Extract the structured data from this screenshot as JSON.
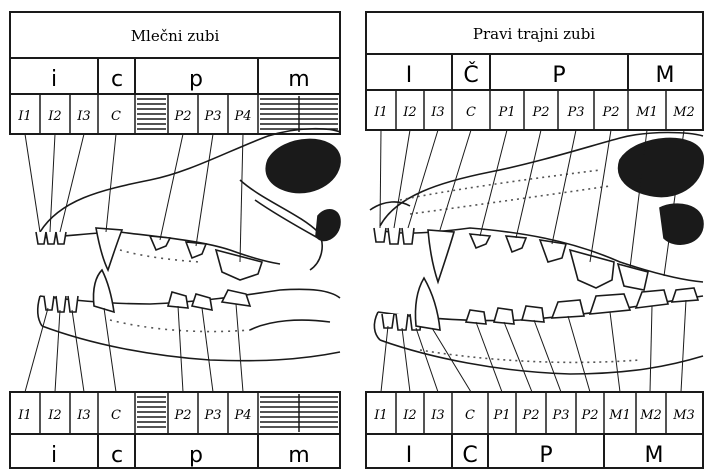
{
  "left_panel": {
    "title": "Mlečni zubi",
    "top_groups": [
      "i",
      "c",
      "p",
      "m"
    ],
    "top_teeth": [
      "I1",
      "I2",
      "I3",
      "C",
      "",
      "P2",
      "P3",
      "P4",
      ""
    ],
    "bottom_teeth": [
      "I1",
      "I2",
      "I3",
      "C",
      "",
      "P2",
      "P3",
      "P4",
      ""
    ],
    "bottom_groups": [
      "i",
      "c",
      "p",
      "m"
    ]
  },
  "right_panel": {
    "title": "Pravi trajni zubi",
    "top_groups": [
      "I",
      "Č",
      "P",
      "M"
    ],
    "top_teeth": [
      "I1",
      "I2",
      "I3",
      "C",
      "P1",
      "P2",
      "P3",
      "P2",
      "M1",
      "M2"
    ],
    "bottom_teeth": [
      "I1",
      "I2",
      "I3",
      "C",
      "P1",
      "P2",
      "P3",
      "P2",
      "M1",
      "M2",
      "M3"
    ],
    "bottom_groups": [
      "I",
      "C",
      "P",
      "M"
    ]
  },
  "colors": {
    "ink": "#1a1a1a",
    "paper": "#ffffff",
    "stipple": "#555555"
  }
}
